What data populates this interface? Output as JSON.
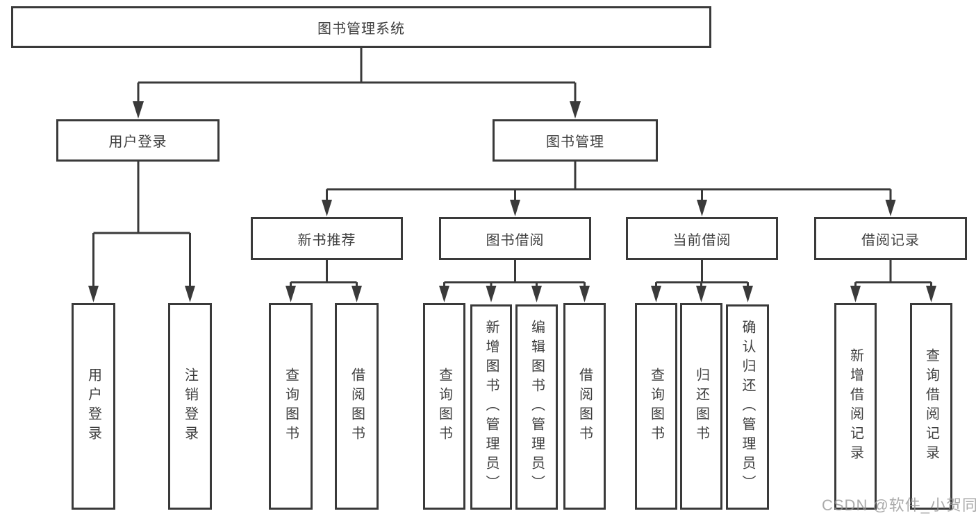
{
  "diagram": {
    "root": {
      "label": "图书管理系统"
    },
    "l2": [
      {
        "label": "用户登录"
      },
      {
        "label": "图书管理"
      }
    ],
    "l3": [
      {
        "label": "新书推荐"
      },
      {
        "label": "图书借阅"
      },
      {
        "label": "当前借阅"
      },
      {
        "label": "借阅记录"
      }
    ],
    "leaves": [
      {
        "label": "用户登录"
      },
      {
        "label": "注销登录"
      },
      {
        "label": "查询图书"
      },
      {
        "label": "借阅图书"
      },
      {
        "label": "查询图书"
      },
      {
        "label": "新增图书（管理员）"
      },
      {
        "label": "编辑图书（管理员）"
      },
      {
        "label": "借阅图书"
      },
      {
        "label": "查询图书"
      },
      {
        "label": "归还图书"
      },
      {
        "label": "确认归还（管理员）"
      },
      {
        "label": "新增借阅记录"
      },
      {
        "label": "查询借阅记录"
      }
    ],
    "watermark": "CSDN @软件_小贺同学",
    "colors": {
      "line": "#3a3a3a",
      "text": "#3f3f3f",
      "watermark": "#949494",
      "background": "#ffffff"
    }
  }
}
